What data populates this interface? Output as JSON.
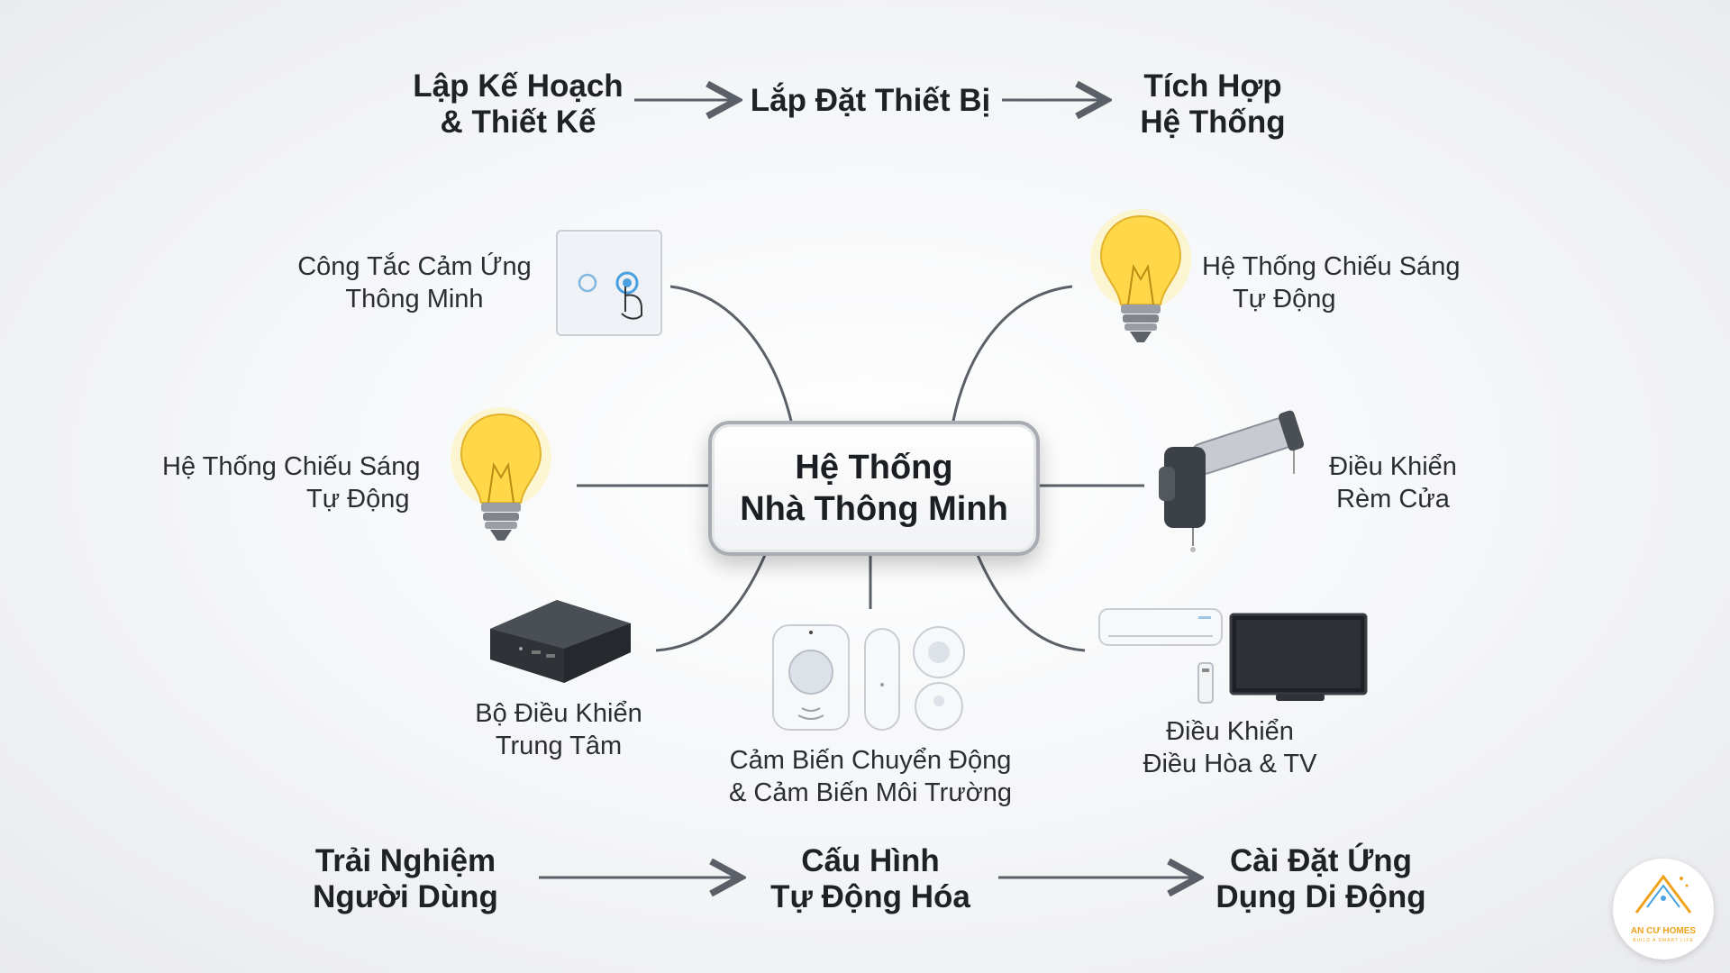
{
  "process_top": {
    "step1": [
      "Lập Kế Hoạch",
      "& Thiết Kế"
    ],
    "step2": "Lắp Đặt Thiết Bị",
    "step3": [
      "Tích Hợp",
      "Hệ Thống"
    ]
  },
  "center": {
    "line1": "Hệ Thống",
    "line2": "Nhà Thông Minh"
  },
  "nodes": {
    "touch_switch": [
      "Công Tắc Cảm Ứng",
      "Thông Minh"
    ],
    "lighting_right": [
      "Hệ Thống Chiếu Sáng",
      "Tự Động"
    ],
    "lighting_left": [
      "Hệ Thống Chiếu Sáng",
      "Tự Động"
    ],
    "curtain": [
      "Điều Khiển",
      "Rèm Cửa"
    ],
    "hub": [
      "Bộ Điều Khiển",
      "Trung Tâm"
    ],
    "sensors": [
      "Cảm Biến Chuyển Động",
      "& Cảm Biến Môi Trường"
    ],
    "ac_tv": [
      "Điều Khiển",
      "Điều Hòa & TV"
    ]
  },
  "process_bottom": {
    "step1": [
      "Trải Nghiệm",
      "Người Dùng"
    ],
    "step2": [
      "Cấu Hình",
      "Tự Động Hóa"
    ],
    "step3": [
      "Cài Đặt Ứng",
      "Dụng Di Động"
    ]
  },
  "logo": {
    "name": "AN CƯ HOMES",
    "tagline": "BUILD A SMART LIFE"
  },
  "colors": {
    "connector": "#5b6068",
    "accent_logo": "#f0a21c",
    "bulb_glow": "#ffd84a"
  }
}
